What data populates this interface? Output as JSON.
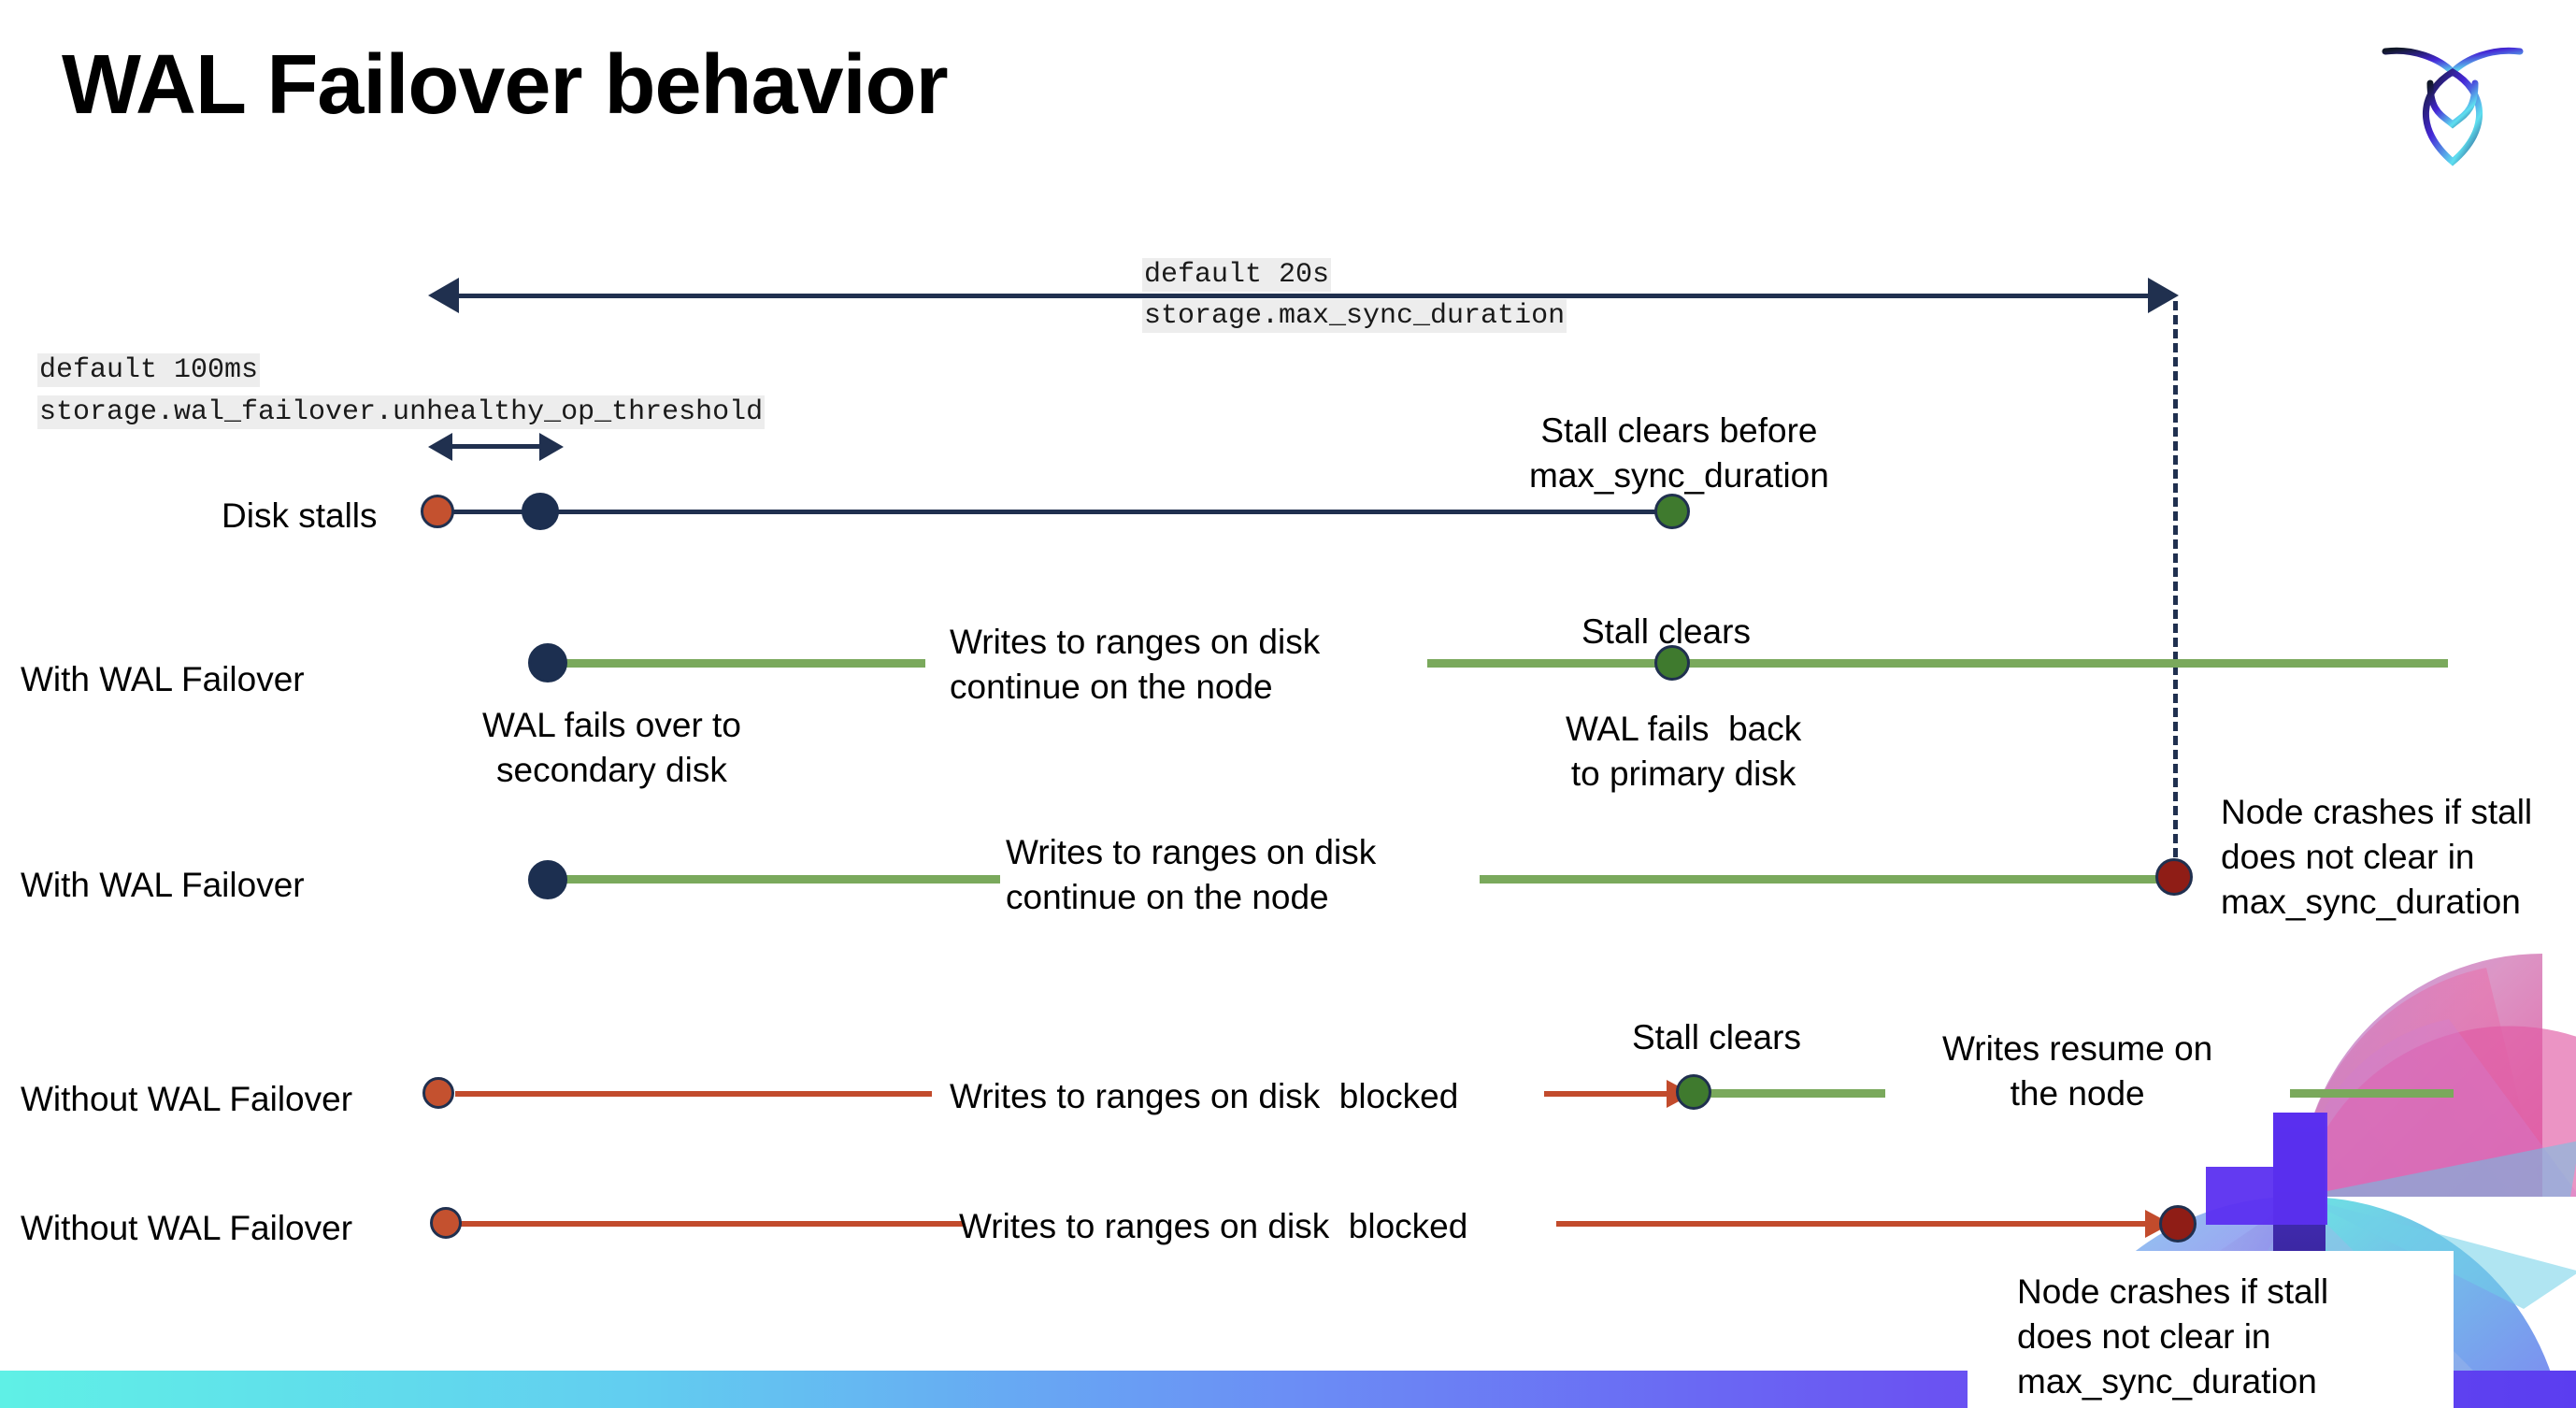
{
  "slide": {
    "title": "WAL Failover behavior",
    "logo_name": "cockroachdb-logo"
  },
  "settings": {
    "max_sync": {
      "default_label": "default 20s",
      "setting_label": "storage.max_sync_duration"
    },
    "unhealthy_op": {
      "default_label": "default 100ms",
      "setting_label": "storage.wal_failover.unhealthy_op_threshold"
    }
  },
  "rows": [
    {
      "label": "Disk stalls",
      "annotations": {
        "stall_clears_before": "Stall clears before\nmax_sync_duration"
      }
    },
    {
      "label": "With WAL Failover",
      "annotations": {
        "writes_continue": "Writes to ranges on disk\ncontinue on the node",
        "stall_clears": "Stall clears",
        "fails_over": "WAL fails over to\nsecondary disk",
        "fails_back": "WAL fails  back\nto primary disk"
      }
    },
    {
      "label": "With WAL Failover",
      "annotations": {
        "writes_continue": "Writes to ranges on disk\ncontinue on the node",
        "node_crashes": "Node crashes if stall\ndoes not clear in\nmax_sync_duration"
      }
    },
    {
      "label": "Without WAL Failover",
      "annotations": {
        "writes_blocked": "Writes to ranges on disk  blocked",
        "stall_clears": "Stall clears",
        "writes_resume": "Writes resume on\nthe node"
      }
    },
    {
      "label": "Without WAL Failover",
      "annotations": {
        "writes_blocked": "Writes to ranges on disk  blocked",
        "node_crashes": "Node crashes if stall\ndoes not clear in\nmax_sync_duration"
      }
    }
  ],
  "colors": {
    "navy": "#20304f",
    "green_line": "#7aa95c",
    "red_line": "#c24b2c",
    "dot_orange": "#c4512f",
    "dot_navy": "#1c2f50",
    "dot_green": "#3f7a2e",
    "dot_darkred": "#8f1d16",
    "title_black": "#000000",
    "code_bg": "#ededed"
  }
}
